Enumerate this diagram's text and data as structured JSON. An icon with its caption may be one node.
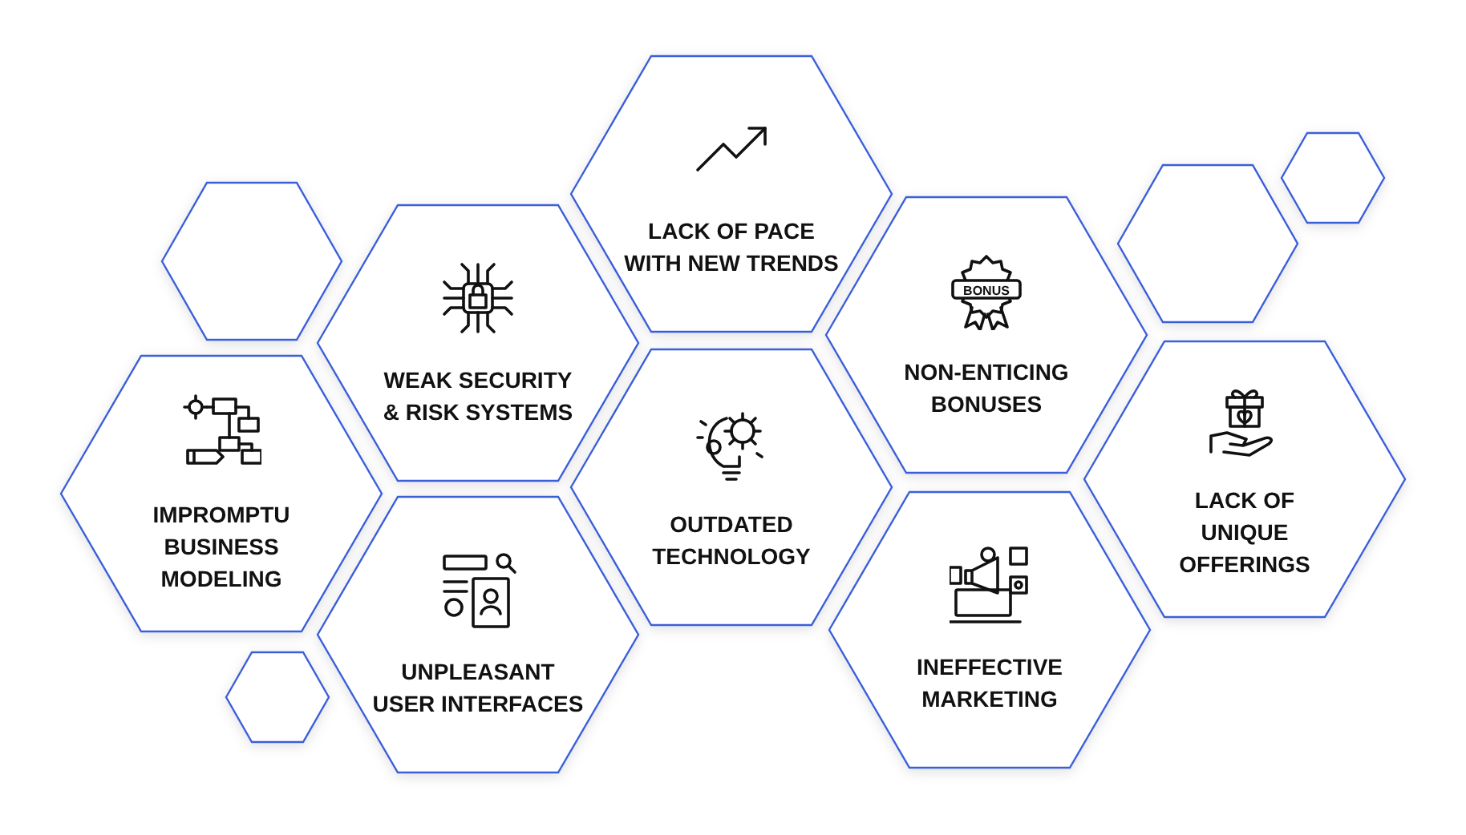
{
  "diagram": {
    "nodes": [
      {
        "text": [
          "LACK OF PACE WITH NEW TRENDS"
        ]
      },
      {
        "text": [],
        "shape": "hexagon"
      },
      {
        "text": [],
        "shape": "hexagon"
      },
      {
        "text": [],
        "shape": "hexagon"
      },
      {
        "text": [
          "NON-ENTICING BONUSES"
        ]
      },
      {
        "text": [
          "WEAK SECURITY & RISK SYSTEMS"
        ]
      },
      {
        "text": [
          "OUTDATED TECHNOLOGY"
        ]
      },
      {
        "text": [
          "LACK OF UNIQUE OFFERINGS"
        ]
      },
      {
        "text": [
          "IMPROMPTU BUSINESS MODELING"
        ]
      },
      {
        "text": [
          "UNPLEASANT USER INTERFACES"
        ]
      },
      {
        "text": [
          "INEFFECTIVE MARKETING"
        ]
      },
      {
        "text": [],
        "shape": "hexagon"
      }
    ],
    "labels": [
      "BONUS"
    ]
  }
}
